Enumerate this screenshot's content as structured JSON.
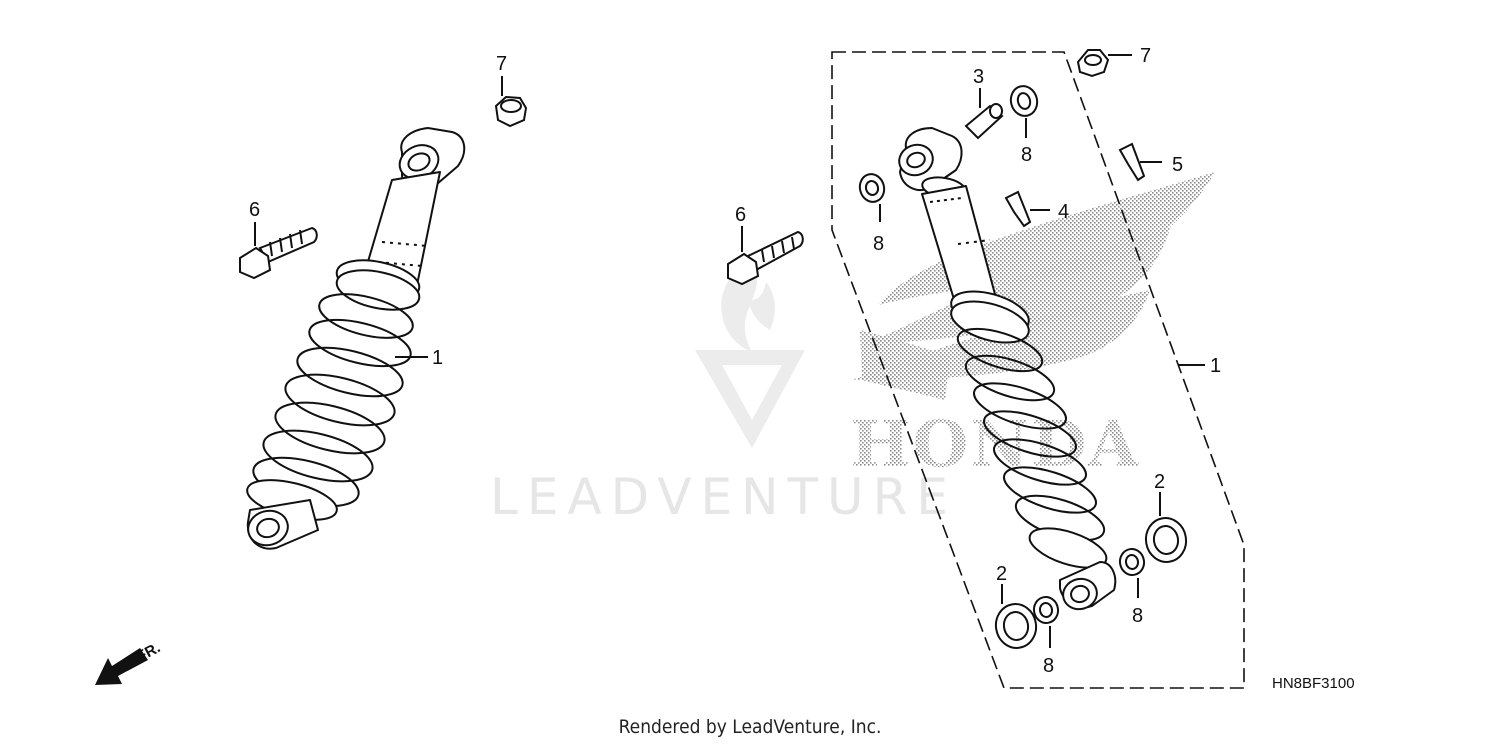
{
  "watermark": {
    "brand": "LEADVENTURE",
    "mfr": "HONDA"
  },
  "callouts": {
    "left_1": "1",
    "left_6": "6",
    "left_7": "7",
    "right_1": "1",
    "right_2a": "2",
    "right_2b": "2",
    "right_3": "3",
    "right_4": "4",
    "right_5": "5",
    "right_6": "6",
    "right_7": "7",
    "right_8a": "8",
    "right_8b": "8",
    "right_8c": "8",
    "right_8d": "8"
  },
  "direction_label": "FR.",
  "diagram_code": "HN8BF3100",
  "footer": "Rendered by LeadVenture, Inc."
}
